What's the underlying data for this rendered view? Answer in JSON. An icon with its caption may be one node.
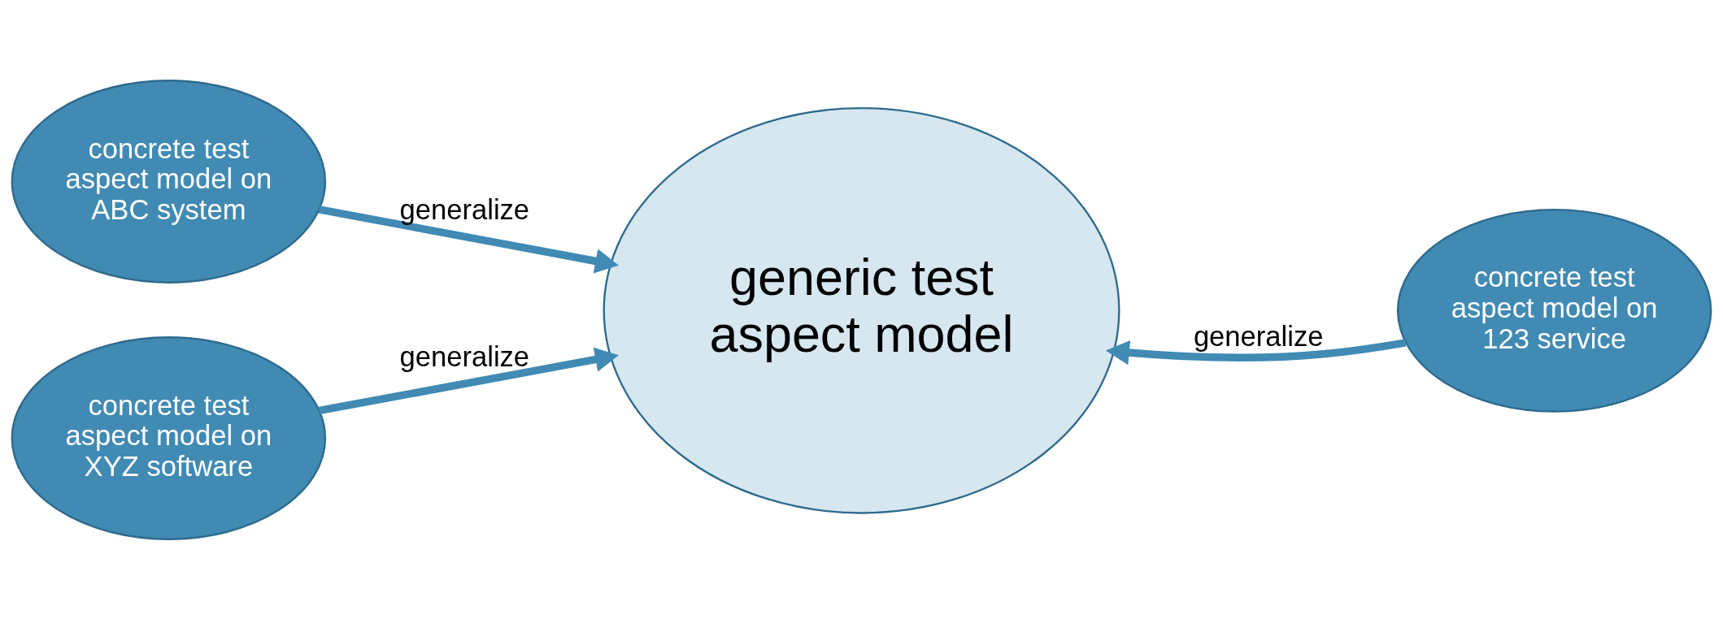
{
  "diagram": {
    "nodes": [
      {
        "text": [
          "concrete test aspect model on ABC system"
        ]
      },
      {
        "text": [
          "generic test aspect model"
        ]
      },
      {
        "text": [
          "concrete test aspect model on 123 service"
        ]
      },
      {
        "text": [
          "concrete test aspect model on XYZ software"
        ]
      }
    ],
    "edges": [
      {
        "from": 0,
        "to": 1,
        "arrow": "to",
        "label": "generalize"
      },
      {
        "from": 2,
        "to": 1,
        "arrow": "to",
        "label": "generalize"
      },
      {
        "from": 3,
        "to": 1,
        "arrow": "to",
        "label": "generalize"
      }
    ]
  }
}
